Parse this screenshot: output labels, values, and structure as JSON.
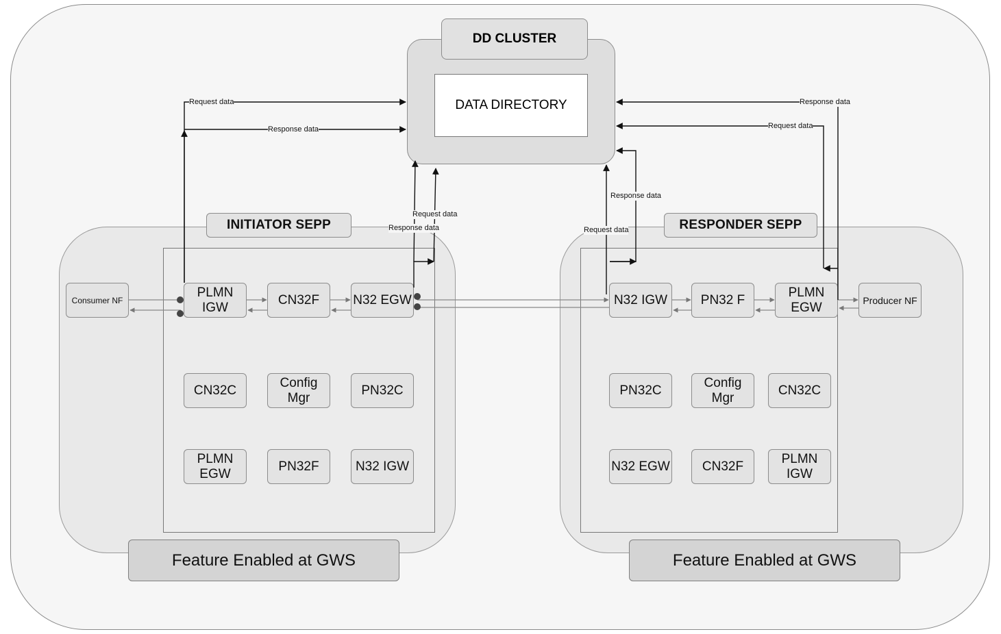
{
  "dd": {
    "cluster_title": "DD CLUSTER",
    "directory_label": "DATA DIRECTORY"
  },
  "initiator": {
    "title": "INITIATOR SEPP",
    "consumer": "Consumer NF",
    "row1": [
      "PLMN\nIGW",
      "CN32F",
      "N32 EGW"
    ],
    "row2": [
      "CN32C",
      "Config\nMgr",
      "PN32C"
    ],
    "row3": [
      "PLMN\nEGW",
      "PN32F",
      "N32 IGW"
    ],
    "feature": "Feature Enabled at GWS"
  },
  "responder": {
    "title": "RESPONDER SEPP",
    "producer": "Producer NF",
    "row1": [
      "N32 IGW",
      "PN32 F",
      "PLMN\nEGW"
    ],
    "row2": [
      "PN32C",
      "Config\nMgr",
      "CN32C"
    ],
    "row3": [
      "N32 EGW",
      "CN32F",
      "PLMN\nIGW"
    ],
    "feature": "Feature Enabled at GWS"
  },
  "labels": {
    "top_left_request": "Request data",
    "top_left_response": "Response data",
    "egw_request": "Request data",
    "egw_response": "Response data",
    "igw_response": "Response data",
    "igw_request": "Request data",
    "top_right_response": "Response data",
    "top_right_request": "Request data"
  }
}
